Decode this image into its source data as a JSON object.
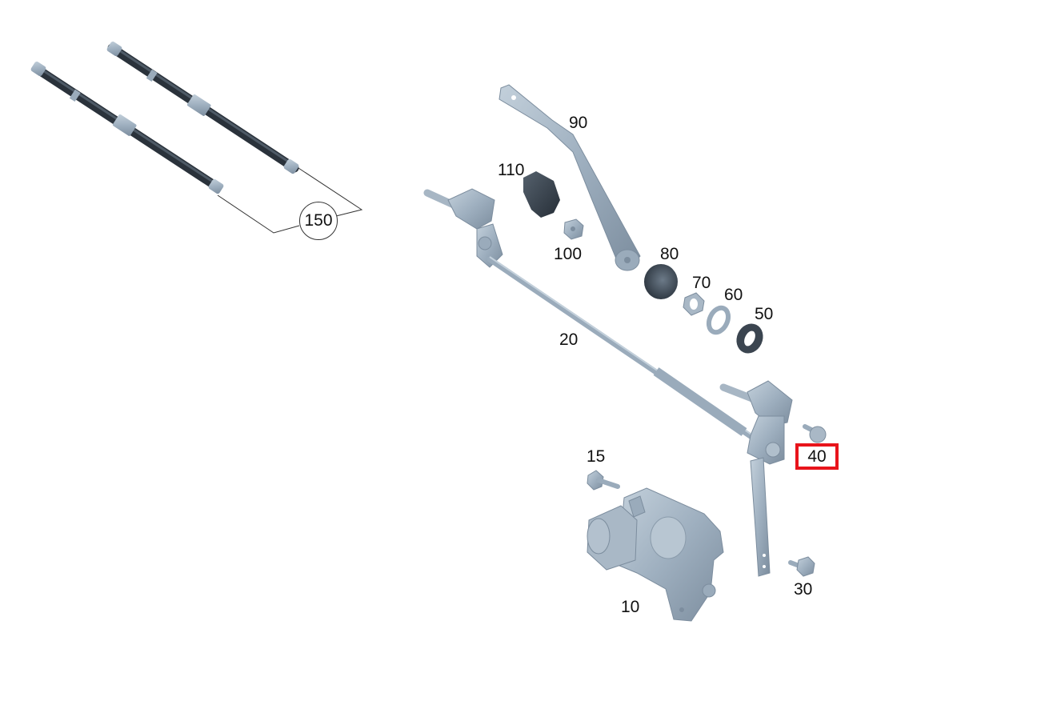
{
  "diagram": {
    "type": "exploded-parts-diagram",
    "subject": "windshield wiper linkage and motor assembly",
    "colors": {
      "metal": "#9aabbb",
      "metal_light": "#b8c6d2",
      "metal_dark": "#7a8b9b",
      "rubber": "#3b4550",
      "rubber_dark": "#2a323b",
      "highlight": "#e8141b",
      "leader_line": "#333333"
    },
    "parts": [
      {
        "id": "p10",
        "number": "10",
        "name": "wiper-motor"
      },
      {
        "id": "p15",
        "number": "15",
        "name": "motor-bolt"
      },
      {
        "id": "p20",
        "number": "20",
        "name": "wiper-linkage"
      },
      {
        "id": "p30",
        "number": "30",
        "name": "linkage-bolt"
      },
      {
        "id": "p40",
        "number": "40",
        "name": "pivot-bolt",
        "highlighted": true
      },
      {
        "id": "p50",
        "number": "50",
        "name": "seal-grommet"
      },
      {
        "id": "p60",
        "number": "60",
        "name": "washer"
      },
      {
        "id": "p70",
        "number": "70",
        "name": "hex-nut"
      },
      {
        "id": "p80",
        "number": "80",
        "name": "nut-cover-cap"
      },
      {
        "id": "p90",
        "number": "90",
        "name": "wiper-arm"
      },
      {
        "id": "p100",
        "number": "100",
        "name": "arm-nut"
      },
      {
        "id": "p110",
        "number": "110",
        "name": "arm-cover-cap"
      },
      {
        "id": "p150",
        "number": "150",
        "name": "wiper-blade-set",
        "callout": "circle"
      }
    ]
  }
}
